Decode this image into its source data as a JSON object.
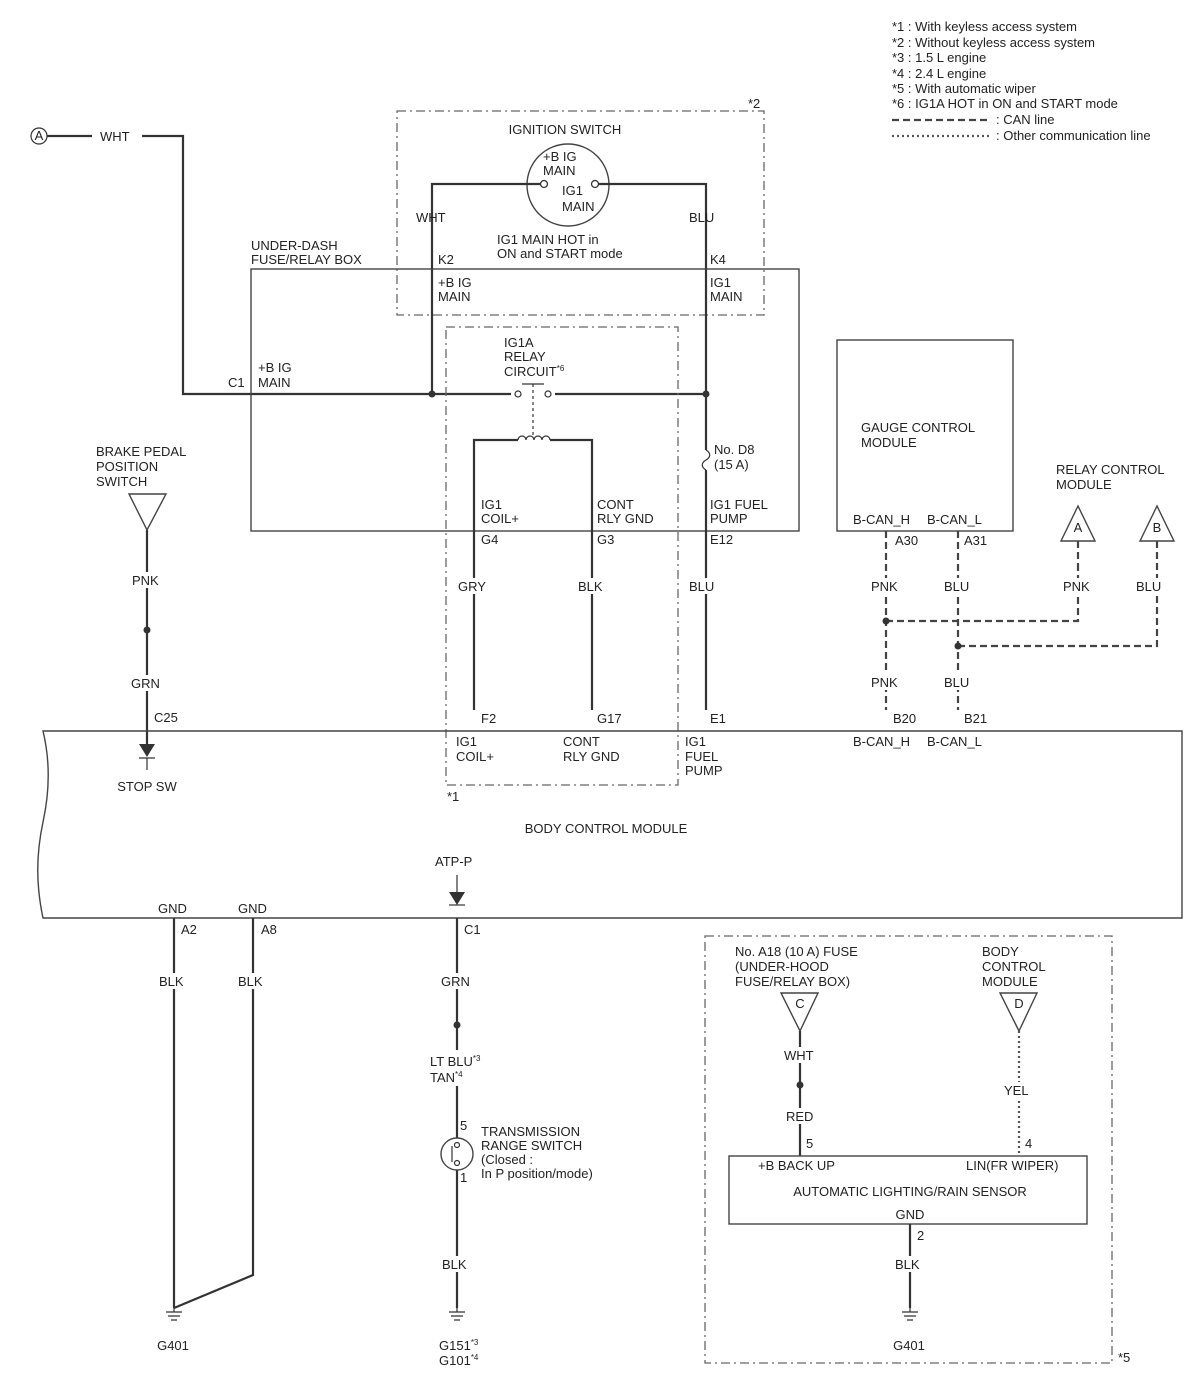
{
  "legend": [
    "*1 : With keyless access system",
    "*2 : Without keyless access system",
    "*3 : 1.5 L engine",
    "*4 : 2.4 L engine",
    "*5 : With automatic wiper",
    "*6 : IG1A HOT in ON and START mode",
    ": CAN line",
    ": Other communication line"
  ],
  "notes": {
    "n1": "*1",
    "n2": "*2",
    "n5": "*5",
    "s3": "*3",
    "s4": "*4",
    "s6": "*6"
  },
  "connectors": {
    "a": "A",
    "b": "B",
    "c": "C",
    "d": "D"
  },
  "ignition_switch": {
    "title": "IGNITION SWITCH",
    "bplus1": "+B IG",
    "bplus2": "MAIN",
    "ig1": "IG1",
    "ig2": "MAIN",
    "hot1": "IG1 MAIN HOT in",
    "hot2": "ON and START mode"
  },
  "fuse_box": {
    "title1": "UNDER-DASH",
    "title2": "FUSE/RELAY BOX",
    "k2": "K2",
    "k2a": "+B IG",
    "k2b": "MAIN",
    "k4": "K4",
    "k4a": "IG1",
    "k4b": "MAIN",
    "c1": "C1",
    "c1a": "+B IG",
    "c1b": "MAIN",
    "relay1": "IG1A",
    "relay2": "RELAY",
    "relay3": "CIRCUIT",
    "fuse1": "No. D8",
    "fuse2": "(15 A)",
    "p1a": "IG1",
    "p1b": "COIL+",
    "p1": "G4",
    "p2a": "CONT",
    "p2b": "RLY GND",
    "p2": "G3",
    "p3a": "IG1 FUEL",
    "p3b": "PUMP",
    "p3": "E12"
  },
  "gauge": {
    "title1": "GAUGE CONTROL",
    "title2": "MODULE",
    "canh": "B-CAN_H",
    "canl": "B-CAN_L",
    "a30": "A30",
    "a31": "A31"
  },
  "relay_control": {
    "t1": "RELAY CONTROL",
    "t2": "MODULE"
  },
  "brake": {
    "t1": "BRAKE PEDAL",
    "t2": "POSITION",
    "t3": "SWITCH"
  },
  "bcm": {
    "title": "BODY CONTROL MODULE",
    "c25": "C25",
    "stop": "STOP SW",
    "f2": "F2",
    "f2a": "IG1",
    "f2b": "COIL+",
    "g17": "G17",
    "g17a": "CONT",
    "g17b": "RLY GND",
    "e1": "E1",
    "e1a": "IG1",
    "e1b": "FUEL",
    "e1c": "PUMP",
    "b20": "B20",
    "b21": "B21",
    "canh": "B-CAN_H",
    "canl": "B-CAN_L",
    "atp": "ATP-P",
    "c1": "C1",
    "gnd1": "GND",
    "a2": "A2",
    "gnd2": "GND",
    "a8": "A8"
  },
  "wires": {
    "wht_a": "WHT",
    "wht_k2": "WHT",
    "blu_k4": "BLU",
    "pnk_brake": "PNK",
    "grn_brake": "GRN",
    "gry": "GRY",
    "blk_g": "BLK",
    "blu_e": "BLU",
    "pnk1": "PNK",
    "blu1": "BLU",
    "pnk2": "PNK",
    "blu2": "BLU",
    "pnk_a": "PNK",
    "blu_b": "BLU",
    "blk_a2": "BLK",
    "blk_a8": "BLK",
    "grn_c1": "GRN",
    "ltblu": "LT BLU",
    "tan": "TAN",
    "blk_trs": "BLK",
    "wht_c": "WHT",
    "red": "RED",
    "yel": "YEL",
    "blk_2": "BLK"
  },
  "trs": {
    "t1": "TRANSMISSION",
    "t2": "RANGE SWITCH",
    "t3": "(Closed :",
    "t4": "In P position/mode)",
    "p5": "5",
    "p1": "1"
  },
  "grounds": {
    "g401a": "G401",
    "g151": "G151",
    "g101": "G101",
    "g401b": "G401"
  },
  "rain": {
    "fuse1": "No. A18 (10 A) FUSE",
    "fuse2": "(UNDER-HOOD",
    "fuse3": "FUSE/RELAY BOX)",
    "bcm1": "BODY",
    "bcm2": "CONTROL",
    "bcm3": "MODULE",
    "p5": "5",
    "p4": "4",
    "bplus": "+B BACK UP",
    "lin": "LIN(FR WIPER)",
    "title": "AUTOMATIC LIGHTING/RAIN SENSOR",
    "gnd": "GND",
    "p2": "2"
  }
}
